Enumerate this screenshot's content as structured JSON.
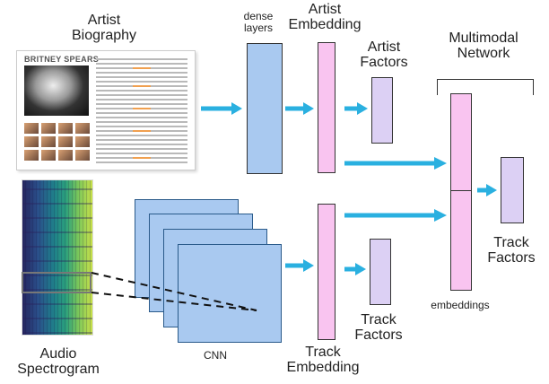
{
  "labels": {
    "artist_biography": "Artist\nBiography",
    "dense_layers": "dense\nlayers",
    "artist_embedding": "Artist\nEmbedding",
    "artist_factors": "Artist\nFactors",
    "multimodal_network": "Multimodal\nNetwork",
    "audio_spectrogram": "Audio\nSpectrogram",
    "cnn": "CNN",
    "track_embedding": "Track\nEmbedding",
    "track_factors_middle": "Track\nFactors",
    "embeddings": "embeddings",
    "track_factors_right": "Track\nFactors"
  },
  "document": {
    "title": "BRITNEY SPEARS"
  },
  "colors": {
    "dense": "#a9c9f0",
    "embedding": "#f9c4f0",
    "factor": "#dcd0f4",
    "arrow": "#2ab0e0"
  }
}
